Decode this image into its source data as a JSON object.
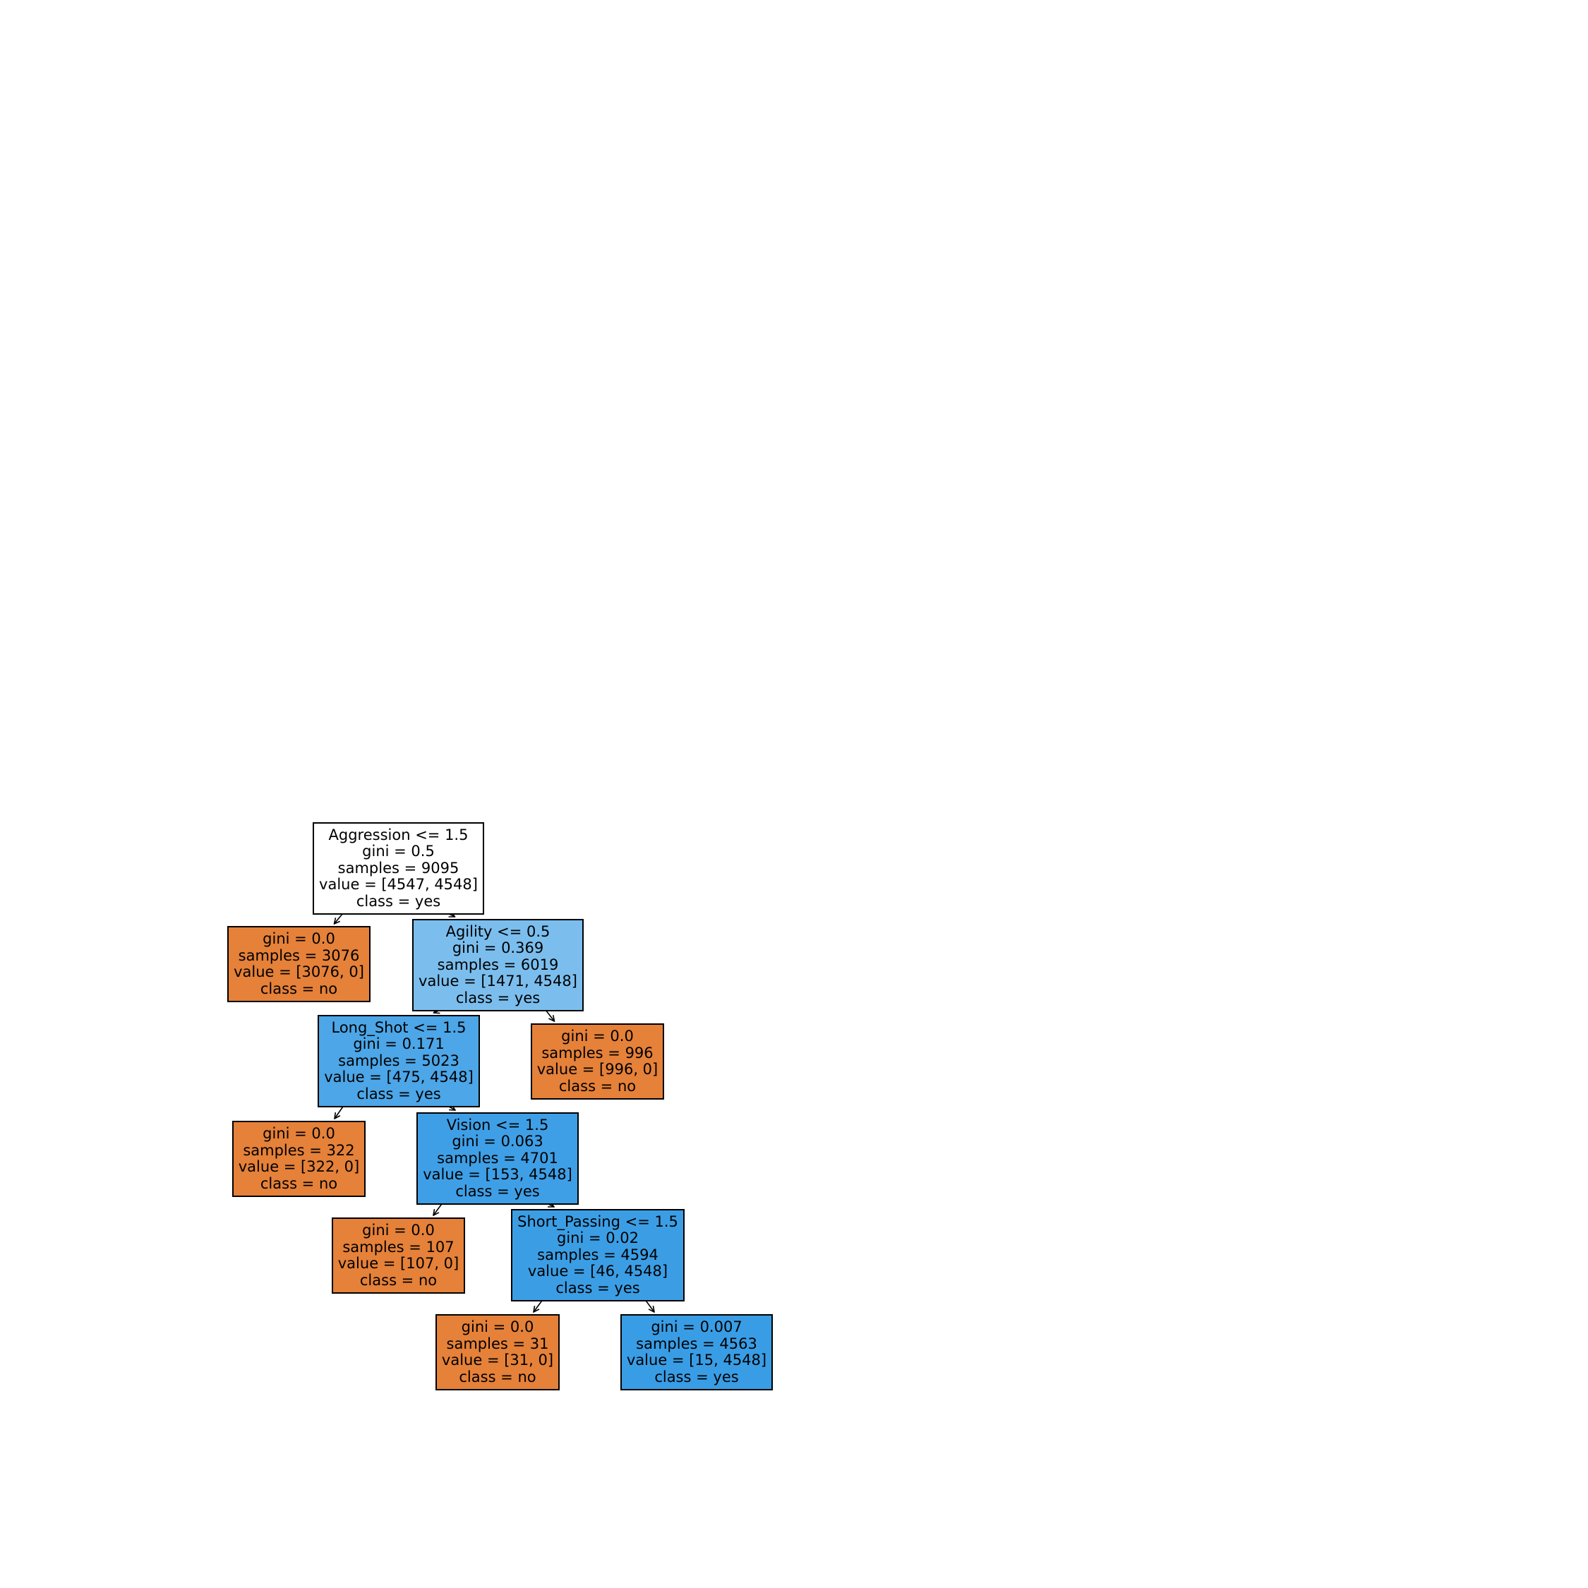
{
  "colors": {
    "class_no": "#e58139",
    "class_yes_pure": "#399de5",
    "class_yes_mixed": "#7bbeee",
    "class_yes_mostly": "#4ca6e7",
    "neutral": "#ffffff",
    "border": "#000000"
  },
  "nodes": [
    {
      "id": "n0",
      "lines": [
        "Aggression <= 1.5",
        "gini = 0.5",
        "samples = 9095",
        "value = [4547, 4548]",
        "class = yes"
      ],
      "fill": "#ffffff"
    },
    {
      "id": "n1",
      "lines": [
        "gini = 0.0",
        "samples = 3076",
        "value = [3076, 0]",
        "class = no"
      ],
      "fill": "#e58139"
    },
    {
      "id": "n2",
      "lines": [
        "Agility <= 0.5",
        "gini = 0.369",
        "samples = 6019",
        "value = [1471, 4548]",
        "class = yes"
      ],
      "fill": "#7bbeee"
    },
    {
      "id": "n3",
      "lines": [
        "Long_Shot <= 1.5",
        "gini = 0.171",
        "samples = 5023",
        "value = [475, 4548]",
        "class = yes"
      ],
      "fill": "#4ca6e7"
    },
    {
      "id": "n4",
      "lines": [
        "gini = 0.0",
        "samples = 996",
        "value = [996, 0]",
        "class = no"
      ],
      "fill": "#e58139"
    },
    {
      "id": "n5",
      "lines": [
        "gini = 0.0",
        "samples = 322",
        "value = [322, 0]",
        "class = no"
      ],
      "fill": "#e58139"
    },
    {
      "id": "n6",
      "lines": [
        "Vision <= 1.5",
        "gini = 0.063",
        "samples = 4701",
        "value = [153, 4548]",
        "class = yes"
      ],
      "fill": "#3f9fe6"
    },
    {
      "id": "n7",
      "lines": [
        "gini = 0.0",
        "samples = 107",
        "value = [107, 0]",
        "class = no"
      ],
      "fill": "#e58139"
    },
    {
      "id": "n8",
      "lines": [
        "Short_Passing <= 1.5",
        "gini = 0.02",
        "samples = 4594",
        "value = [46, 4548]",
        "class = yes"
      ],
      "fill": "#3b9ee5"
    },
    {
      "id": "n9",
      "lines": [
        "gini = 0.0",
        "samples = 31",
        "value = [31, 0]",
        "class = no"
      ],
      "fill": "#e58139"
    },
    {
      "id": "n10",
      "lines": [
        "gini = 0.007",
        "samples = 4563",
        "value = [15, 4548]",
        "class = yes"
      ],
      "fill": "#399de5"
    }
  ],
  "edges": [
    {
      "from": "n0",
      "to": "n1"
    },
    {
      "from": "n0",
      "to": "n2"
    },
    {
      "from": "n2",
      "to": "n3"
    },
    {
      "from": "n2",
      "to": "n4"
    },
    {
      "from": "n3",
      "to": "n5"
    },
    {
      "from": "n3",
      "to": "n6"
    },
    {
      "from": "n6",
      "to": "n7"
    },
    {
      "from": "n6",
      "to": "n8"
    },
    {
      "from": "n8",
      "to": "n9"
    },
    {
      "from": "n8",
      "to": "n10"
    }
  ]
}
